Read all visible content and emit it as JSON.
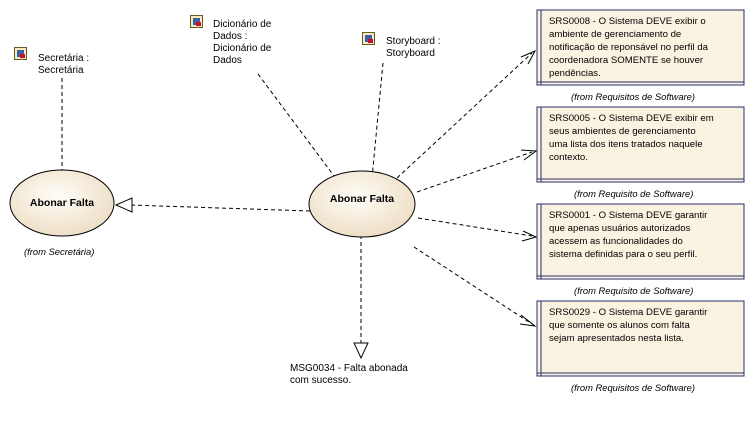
{
  "actors": [
    {
      "id": "secretaria",
      "label": "Secretária :\nSecretária",
      "icon": "actor-class-icon"
    },
    {
      "id": "dicionario",
      "label": "Dicionário de\nDados :\nDicionário de\nDados",
      "icon": "actor-class-icon"
    },
    {
      "id": "storyboard",
      "label": "Storyboard :\nStoryboard",
      "icon": "actor-class-icon"
    }
  ],
  "use_cases": {
    "left": {
      "name": "Abonar Falta",
      "from": "(from Secretária)"
    },
    "center": {
      "name": "Abonar Falta"
    }
  },
  "requirements": [
    {
      "text": "SRS0008 - O Sistema DEVE exibir o\nambiente de gerenciamento de\nnotificação de reponsável no perfil da\ncoordenadora SOMENTE se houver\npendências.",
      "from": "(from Requisitos de Software)"
    },
    {
      "text": "SRS0005 - O Sistema DEVE exibir em\nseus ambientes de gerenciamento\numa lista dos itens tratados naquele\ncontexto.",
      "from": "(from Requisito de Software)"
    },
    {
      "text": "SRS0001 - O Sistema DEVE garantir\nque apenas usuários autorizados\nacessem as funcionalidades do\nsistema definidas para o seu perfil.",
      "from": "(from Requisito de Software)"
    },
    {
      "text": "SRS0029 - O Sistema DEVE garantir\nque somente os alunos com falta\nsejam apresentados nesta lista.",
      "from": "(from Requisitos de Software)"
    }
  ],
  "message": {
    "text": "MSG0034 - Falta abonada\ncom sucesso."
  },
  "colors": {
    "note_fill": "#fbf3e2",
    "note_border": "#2b2b6b",
    "ellipse_fill": "#f5ead8",
    "line": "#000000"
  }
}
